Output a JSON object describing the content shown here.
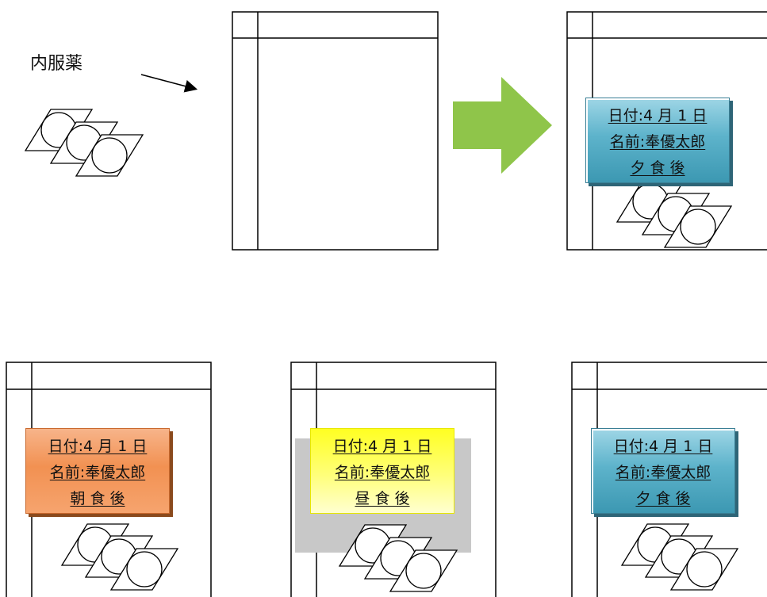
{
  "caption": "内服薬",
  "label_blue_top": {
    "date": "日付:4 月 1 日",
    "name": "名前:奉優太郎",
    "meal": "夕 食 後"
  },
  "label_orange": {
    "date": "日付:4 月 1 日",
    "name": "名前:奉優太郎",
    "meal": "朝 食 後"
  },
  "label_yellow": {
    "date": "日付:4 月 1 日",
    "name": "名前:奉優太郎",
    "meal": "昼 食 後"
  },
  "label_blue_bottom": {
    "date": "日付:4 月 1 日",
    "name": "名前:奉優太郎",
    "meal": "夕 食 後"
  },
  "colors": {
    "arrow_green": "#8fc54a",
    "card_blue": "#4aa7c1",
    "card_orange": "#f29152",
    "card_yellow": "#ffff40"
  }
}
